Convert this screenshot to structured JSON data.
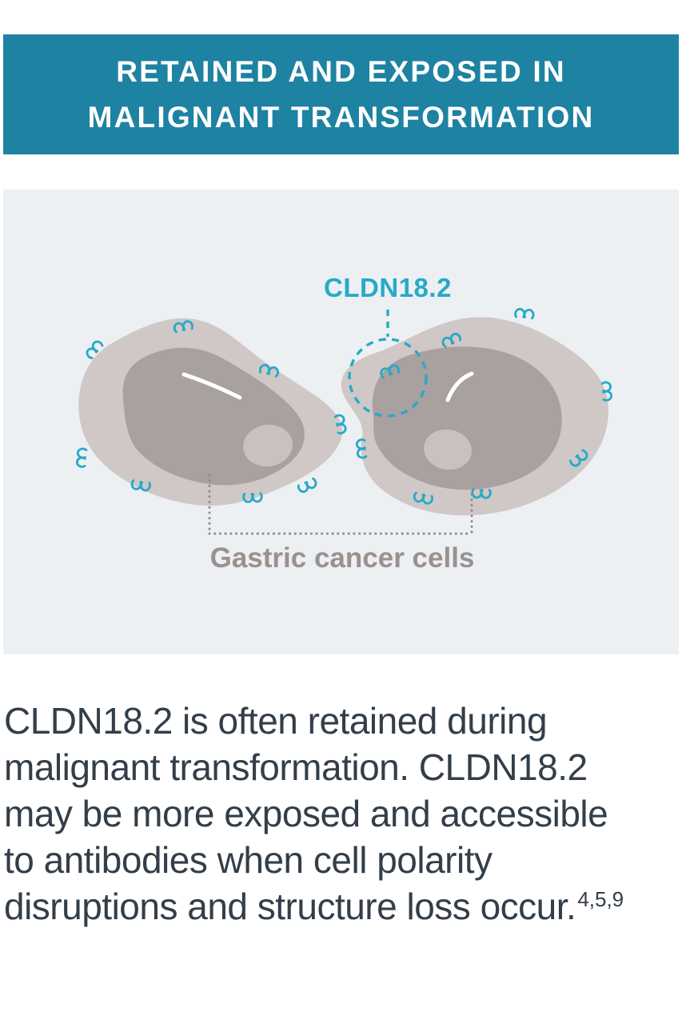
{
  "colors": {
    "banner_bg": "#1E82A2",
    "panel_bg": "#ECF0F3",
    "accent_cyan": "#29A9C7",
    "cell_outer": "#CFC8C6",
    "cell_inner": "#A9A0A0",
    "nucleus": "#C8C1BF",
    "cells_label_gray": "#9A918F",
    "dot_gray": "#8B8B8B",
    "body_text": "#333E49"
  },
  "banner": {
    "line1": "RETAINED AND EXPOSED IN",
    "line2": "MALIGNANT TRANSFORMATION"
  },
  "diagram": {
    "protein_label": "CLDN18.2",
    "cells_label": "Gastric cancer cells",
    "icons": {
      "protein_loop": "cldn18-2-protein-loop-icon",
      "highlight": "dashed-highlight-circle"
    }
  },
  "paragraph": {
    "lines": [
      "CLDN18.2 is often retained during",
      "malignant transformation. CLDN18.2",
      "may be more exposed and accessible",
      "to antibodies when cell polarity",
      "disruptions and structure loss occur."
    ],
    "references": "4,5,9"
  }
}
